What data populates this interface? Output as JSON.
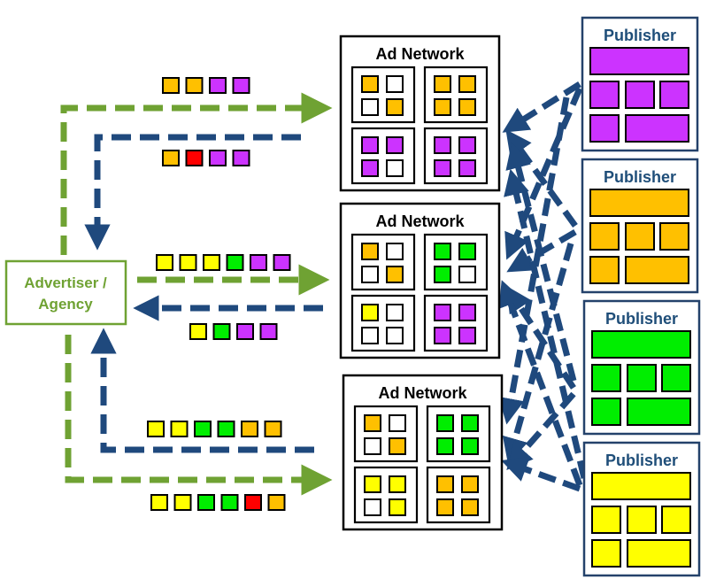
{
  "advertiser": {
    "label_line1": "Advertiser /",
    "label_line2": "Agency"
  },
  "ad_networks": [
    {
      "title": "Ad Network",
      "cells": [
        [
          "orange",
          "white",
          "white",
          "orange"
        ],
        [
          "orange",
          "orange",
          "orange",
          "orange"
        ],
        [
          "purple",
          "purple",
          "purple",
          "white"
        ],
        [
          "purple",
          "purple",
          "purple",
          "purple"
        ]
      ]
    },
    {
      "title": "Ad Network",
      "cells": [
        [
          "orange",
          "white",
          "white",
          "orange"
        ],
        [
          "green",
          "green",
          "green",
          "white"
        ],
        [
          "yellow",
          "white",
          "white",
          "white"
        ],
        [
          "purple",
          "purple",
          "purple",
          "purple"
        ]
      ]
    },
    {
      "title": "Ad Network",
      "cells": [
        [
          "orange",
          "white",
          "white",
          "orange"
        ],
        [
          "green",
          "green",
          "green",
          "green"
        ],
        [
          "yellow",
          "yellow",
          "white",
          "yellow"
        ],
        [
          "orange",
          "orange",
          "orange",
          "orange"
        ]
      ]
    }
  ],
  "publishers": [
    {
      "title": "Publisher",
      "color": "purple"
    },
    {
      "title": "Publisher",
      "color": "orange"
    },
    {
      "title": "Publisher",
      "color": "green"
    },
    {
      "title": "Publisher",
      "color": "yellow"
    }
  ],
  "token_rows": [
    [
      "orange",
      "orange",
      "purple",
      "purple"
    ],
    [
      "orange",
      "red",
      "purple",
      "purple"
    ],
    [
      "yellow",
      "yellow",
      "yellow",
      "green",
      "purple",
      "purple"
    ],
    [
      "yellow",
      "green",
      "purple",
      "purple"
    ],
    [
      "yellow",
      "yellow",
      "green",
      "green",
      "orange",
      "orange"
    ],
    [
      "yellow",
      "yellow",
      "green",
      "green",
      "red",
      "orange"
    ]
  ],
  "colors": {
    "purple": "#cc33ff",
    "orange": "#ffc000",
    "green": "#00ee00",
    "yellow": "#ffff00",
    "red": "#ff0000",
    "white": "#ffffff",
    "advertiser_green": "#6fa233",
    "flow_blue": "#1f497d",
    "publisher_border": "#24426b"
  }
}
